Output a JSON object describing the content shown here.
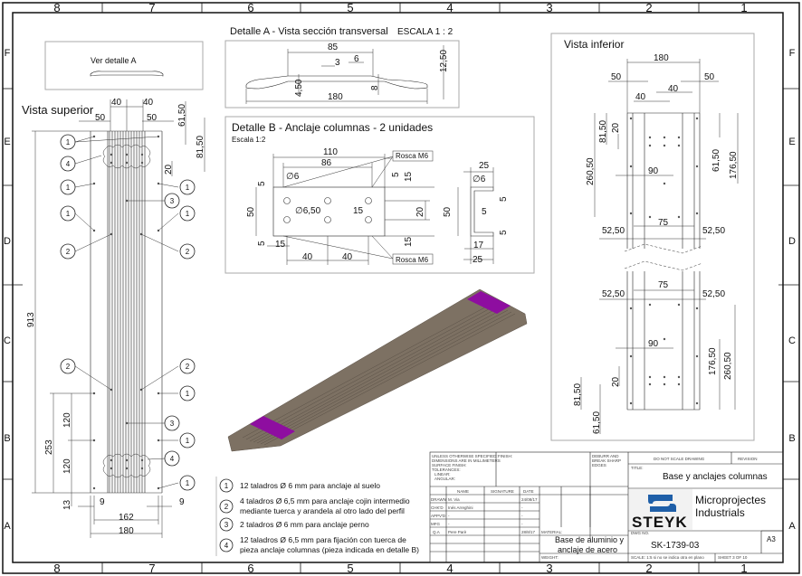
{
  "sheet": {
    "column_labels": [
      "8",
      "7",
      "6",
      "5",
      "4",
      "3",
      "2",
      "1"
    ],
    "row_labels": [
      "F",
      "E",
      "D",
      "C",
      "B",
      "A"
    ]
  },
  "view_note": {
    "label": "Ver detalle A"
  },
  "vista_superior": {
    "title": "Vista superior",
    "dims": {
      "top_40_left": "40",
      "top_40_right": "40",
      "top_50_left": "50",
      "top_50_right": "50",
      "right_61_50": "61,50",
      "right_81_50": "81,50",
      "right_20": "20",
      "overall_length": "913",
      "bottom_120_a": "120",
      "bottom_120_b": "120",
      "bottom_253": "253",
      "bottom_13": "13",
      "bottom_9_left": "9",
      "bottom_9_right": "9",
      "bottom_162": "162",
      "bottom_180": "180"
    },
    "balloons": [
      "1",
      "4",
      "1",
      "1",
      "2",
      "1",
      "3",
      "1",
      "2",
      "2",
      "2",
      "1",
      "3",
      "1",
      "4",
      "1"
    ]
  },
  "detalle_a": {
    "title": "Detalle A - Vista sección transversal",
    "scale": "ESCALA 1 : 2",
    "dims": {
      "d85": "85",
      "d3": "3",
      "d6": "6",
      "d12_50": "12,50",
      "d4_50": "4,50",
      "d8": "8",
      "d180": "180"
    }
  },
  "detalle_b": {
    "title": "Detalle B - Anclaje columnas - 2 unidades",
    "scale": "Escala 1:2",
    "callout_top": "Rosca M6",
    "callout_bottom": "Rosca M6",
    "dims": {
      "d110": "110",
      "d86": "86",
      "phi6": "∅6",
      "phi6_50": "∅6,50",
      "d5_top": "5",
      "d5_bot": "5",
      "d50": "50",
      "d15_c": "15",
      "d15_rt": "15",
      "d15_rb": "15",
      "d20": "20",
      "d15_b": "15",
      "d40_a": "40",
      "d40_b": "40",
      "side_25_top": "25",
      "side_phi6": "∅6",
      "side_50": "50",
      "side_5_a": "5",
      "side_5_mid": "5",
      "side_5_b": "5",
      "side_17": "17",
      "side_25_bot": "25"
    }
  },
  "vista_inferior": {
    "title": "Vista inferior",
    "upper": {
      "d180": "180",
      "d50_l": "50",
      "d50_r": "50",
      "d40_a": "40",
      "d40_b": "40",
      "d81_50": "81,50",
      "d20": "20",
      "d260_50": "260,50",
      "d61_50": "61,50",
      "d176_50": "176,50",
      "d90": "90",
      "d75": "75",
      "d52_50_l": "52,50",
      "d52_50_r": "52,50"
    },
    "lower": {
      "d75": "75",
      "d52_50_l": "52,50",
      "d52_50_r": "52,50",
      "d90": "90",
      "d176_50": "176,50",
      "d260_50": "260,50",
      "d20": "20",
      "d81_50": "81,50",
      "d61_50": "61,50"
    }
  },
  "legend": [
    {
      "num": "1",
      "line1": "12 taladros Ø 6 mm para anclaje al suelo",
      "line2": ""
    },
    {
      "num": "2",
      "line1": "4 taladros Ø 6,5 mm para anclaje cojin intermedio",
      "line2": "mediante tuerca y arandela al otro lado del perfil"
    },
    {
      "num": "3",
      "line1": "2 taladros Ø 6 mm para anclaje perno",
      "line2": ""
    },
    {
      "num": "4",
      "line1": "12 taladros Ø 6,5 mm para fijación con tuerca de",
      "line2": "pieza anclaje columnas (pieza indicada en detalle B)"
    }
  ],
  "title_block": {
    "tolerances": [
      "UNLESS OTHERWISE SPECIFIED:",
      "DIMENSIONS ARE IN MILLIMETERS",
      "SURFACE FINISH:",
      "TOLERANCES:",
      "LINEAR:",
      "ANGULAR:"
    ],
    "finish_label": "FINISH:",
    "deburr": [
      "DEBURR AND",
      "BREAK SHARP",
      "EDGES"
    ],
    "do_not_scale": "DO NOT SCALE DRAWING",
    "revision_label": "REVISION",
    "title_label": "TITLE:",
    "title": "Base y anclajes columnas",
    "headers": {
      "name": "NAME",
      "signature": "SIGNATURE",
      "date": "DATE"
    },
    "rows": [
      {
        "role": "DRAWN",
        "name": "M. Via",
        "date": "24/08/17"
      },
      {
        "role": "CHK'D",
        "name": "Inés Arreghini",
        "date": "-"
      },
      {
        "role": "APPV'D",
        "name": "-",
        "date": "-"
      },
      {
        "role": "MFG",
        "name": "-",
        "date": "-"
      },
      {
        "role": "Q.A",
        "name": "Pere Parè",
        "date": "28/8/17"
      }
    ],
    "material_label": "MATERIAL:",
    "material": "Base de aluminio y anclaje de acero",
    "material_line1": "Base de aluminio y",
    "material_line2": "anclaje de acero",
    "weight_label": "WEIGHT:",
    "company_logo": "STEYK",
    "company_line1": "Microprojectes",
    "company_line2": "Industrials",
    "dwg_no_label": "DWG NO.",
    "dwg_no": "SK-1739-03",
    "size": "A3",
    "scale_label": "SCALE: 1:5 si no se indica otra en plano",
    "sheet": "SHEET 3 OF 10",
    "logo_color": "#1f5fa8"
  },
  "render_colors": {
    "base": "#7d7163",
    "bracket": "#8e0ea0"
  }
}
